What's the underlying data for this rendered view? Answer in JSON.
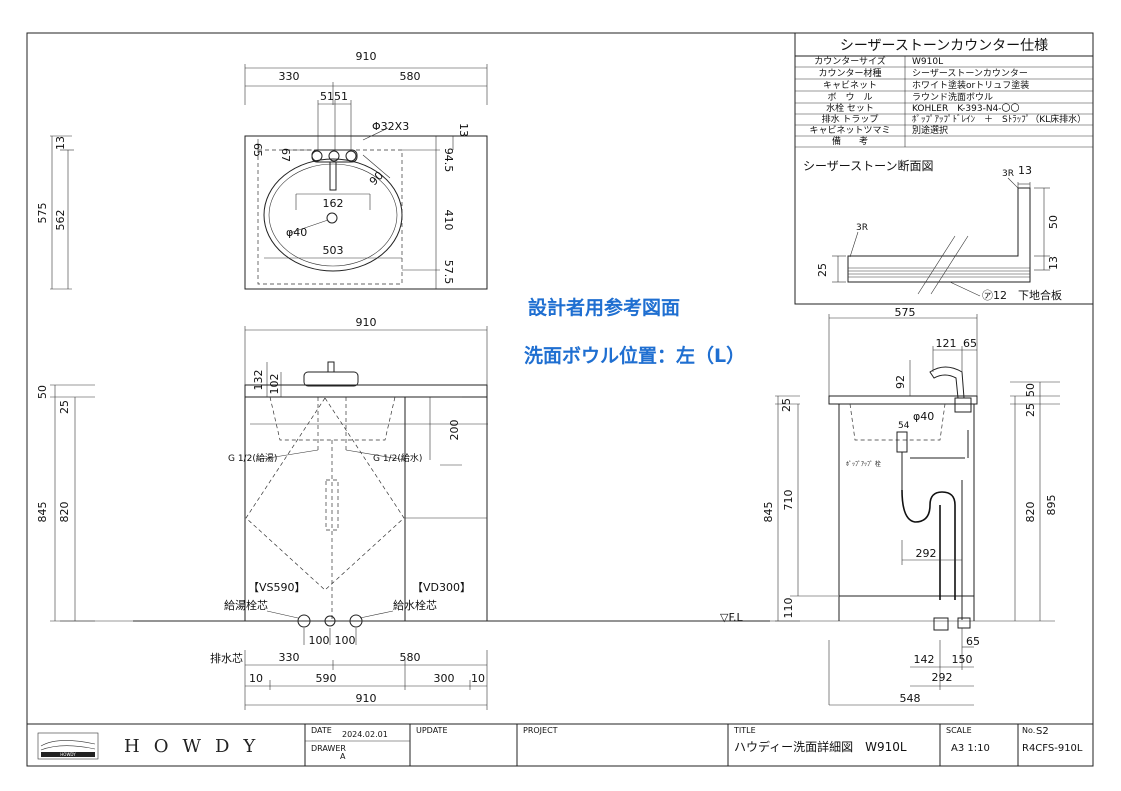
{
  "spec_table": {
    "title": "シーザーストーンカウンター仕様",
    "rows": [
      {
        "label": "カウンターサイズ",
        "value": "W910L"
      },
      {
        "label": "カウンター材種",
        "value": "シーザーストーンカウンター"
      },
      {
        "label": "キャビネット",
        "value": "ホワイト塗装orトリュフ塗装"
      },
      {
        "label": "ボ　ウ　ル",
        "value": "ラウンド洗面ボウル"
      },
      {
        "label": "水栓 セット",
        "value": "KOHLER　K-393-N4-〇〇"
      },
      {
        "label": "排水 トラップ",
        "value": "ﾎﾟｯﾌﾟｱｯﾌﾟﾄﾞﾚｲﾝ　＋　Sﾄﾗｯﾌﾟ（KL床排水）"
      },
      {
        "label": "キャビネットツマミ",
        "value": "別途選択"
      },
      {
        "label": "備　　考",
        "value": ""
      }
    ],
    "section_title": "シーザーストーン断面図",
    "section_labels": {
      "r_top": "3R",
      "top_w": "13",
      "h50": "50",
      "h13": "13",
      "r_left": "3R",
      "h25": "25",
      "note": "㋐12　下地合板"
    }
  },
  "notes": {
    "line1": "設計者用参考図面",
    "line2": "洗面ボウル位置：左（L）"
  },
  "plan": {
    "total_width": "910",
    "left_w": "330",
    "right_w": "580",
    "faucet_span": "5151",
    "hole": "Φ32X3",
    "d65": "65",
    "d67": "67",
    "r90": "90",
    "d162": "162",
    "hole40": "φ40",
    "bowl_w": "503",
    "depth_total": "575",
    "depth_562": "562",
    "d13": "13",
    "d945": "94.5",
    "d410": "410",
    "d575b": "57.5"
  },
  "front": {
    "total_width": "910",
    "h132": "132",
    "h102": "102",
    "h200": "200",
    "g_left": "G 1/2(給湯)",
    "g_right": "G 1/2(給水)",
    "vs": "【VS590】",
    "vd": "【VD300】",
    "hot_core": "給湯栓芯",
    "cold_core": "給水栓芯",
    "d100a": "100",
    "d100b": "100",
    "fl": "▽F.L",
    "h50": "50",
    "h25": "25",
    "h845": "845",
    "h820": "820",
    "drain_core": "排水芯",
    "b330": "330",
    "b580": "580",
    "b10a": "10",
    "b590": "590",
    "b300": "300",
    "b10b": "10",
    "b910": "910"
  },
  "side": {
    "top575": "575",
    "d121": "121",
    "d65": "65",
    "d92": "92",
    "d54": "54",
    "p40": "φ40",
    "popup": "ﾎﾟｯﾌﾟｱｯﾌﾟ 栓",
    "d292": "292",
    "l25": "25",
    "l845": "845",
    "l710": "710",
    "l110": "110",
    "r50": "50",
    "r25": "25",
    "r820": "820",
    "r895": "895",
    "b65": "65",
    "b142": "142",
    "b150": "150",
    "b292": "292",
    "b548": "548"
  },
  "title_block": {
    "brand": "HOWDY",
    "logo_text": "HOWDY",
    "date_label": "DATE",
    "date": "2024.02.01",
    "update_label": "UPDATE",
    "project_label": "PROJECT",
    "drawer_label": "DRAWER",
    "drawer": "A",
    "title_label": "TITLE",
    "title": "ハウディー洗面詳細図　W910L",
    "scale_label": "SCALE",
    "scale": "A3 1:10",
    "no_label": "No.",
    "no": "S2",
    "code": "R4CFS-910L"
  }
}
